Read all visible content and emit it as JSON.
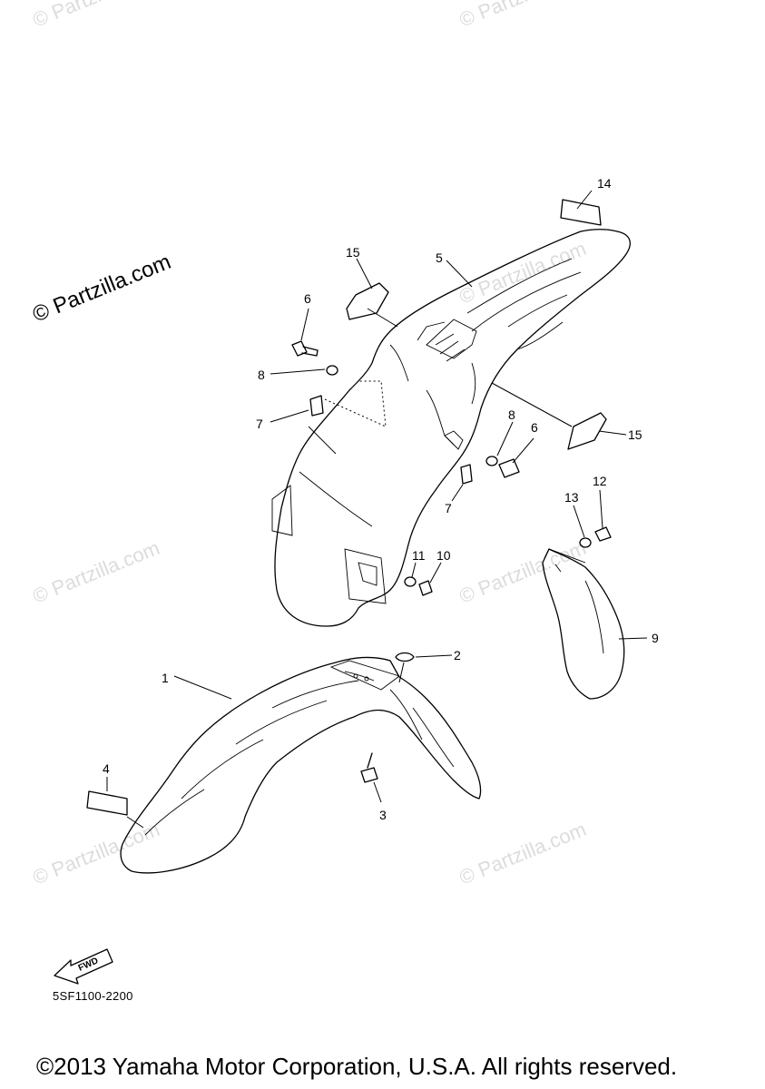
{
  "watermark": {
    "text": "© Partzilla.com"
  },
  "callouts": [
    "1",
    "2",
    "3",
    "4",
    "5",
    "6",
    "6",
    "7",
    "7",
    "8",
    "8",
    "9",
    "10",
    "11",
    "12",
    "13",
    "14",
    "15",
    "15"
  ],
  "fwd_label": "FWD",
  "diagram_code": "5SF1100-2200",
  "copyright": "©2013 Yamaha Motor Corporation, U.S.A. All rights reserved."
}
